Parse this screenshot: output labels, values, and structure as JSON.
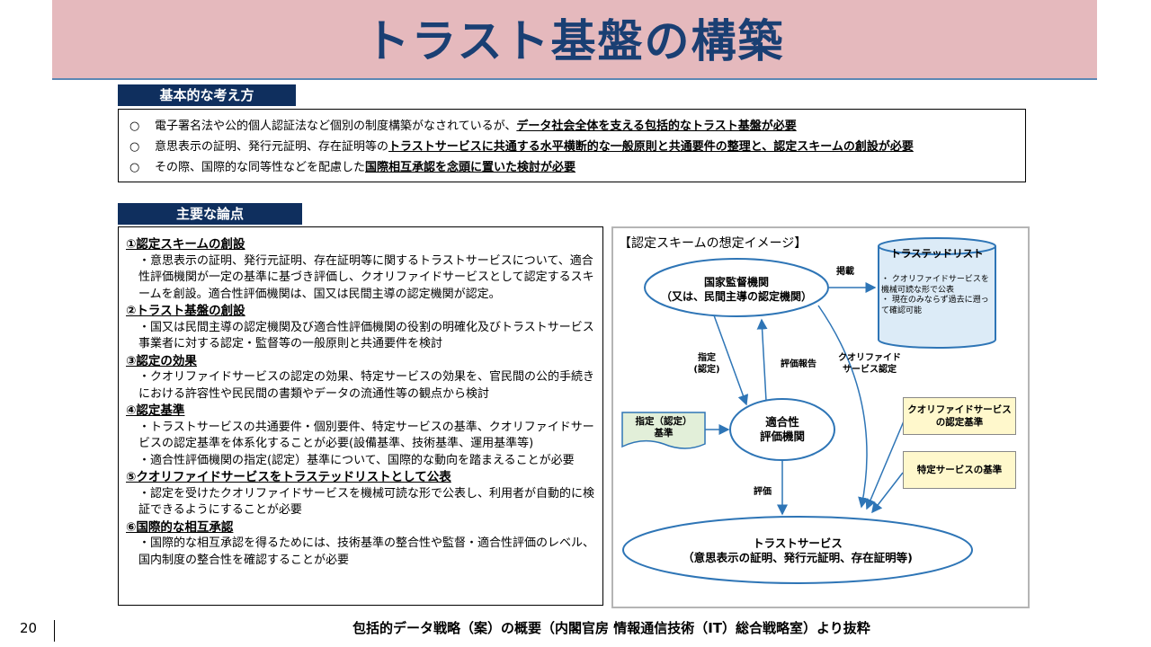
{
  "title": "トラスト基盤の構築",
  "basic": {
    "tab": "基本的な考え方",
    "marker": "○",
    "rows": [
      {
        "pre": "電子署名法や公的個人認証法など個別の制度構築がなされているが、",
        "em": "データ社会全体を支える包括的なトラスト基盤が必要",
        "post": ""
      },
      {
        "pre": "意思表示の証明、発行元証明、存在証明等の",
        "em": "トラストサービスに共通する水平横断的な一般原則と共通要件の整理と、認定スキームの創設が必要",
        "post": ""
      },
      {
        "pre": "その際、国際的な同等性などを配慮した",
        "em": "国際相互承認を念頭に置いた検討が必要",
        "post": ""
      }
    ]
  },
  "points": {
    "tab": "主要な論点",
    "items": [
      {
        "title": "①認定スキームの創設",
        "lines": [
          "・意思表示の証明、発行元証明、存在証明等に関するトラストサービスについて、適合性評価機関が一定の基準に基づき評価し、クオリファイドサービスとして認定するスキームを創設。適合性評価機関は、国又は民間主導の認定機関が認定。"
        ]
      },
      {
        "title": "②トラスト基盤の創設",
        "lines": [
          "・国又は民間主導の認定機関及び適合性評価機関の役割の明確化及びトラストサービス事業者に対する認定・監督等の一般原則と共通要件を検討"
        ]
      },
      {
        "title": "③認定の効果",
        "lines": [
          "・クオリファイドサービスの認定の効果、特定サービスの効果を、官民間の公的手続きにおける許容性や民民間の書類やデータの流通性等の観点から検討"
        ]
      },
      {
        "title": "④認定基準",
        "lines": [
          "・トラストサービスの共通要件・個別要件、特定サービスの基準、クオリファイドサービスの認定基準を体系化することが必要(設備基準、技術基準、運用基準等)",
          "・適合性評価機関の指定(認定）基準について、国際的な動向を踏まえることが必要"
        ]
      },
      {
        "title": "⑤クオリファイドサービスをトラステッドリストとして公表",
        "lines": [
          "・認定を受けたクオリファイドサービスを機械可読な形で公表し、利用者が自動的に検証できるようにすることが必要"
        ]
      },
      {
        "title": "⑥国際的な相互承認",
        "lines": [
          "・国際的な相互承認を得るためには、技術基準の整合性や監督・適合性評価のレベル、国内制度の整合性を確認することが必要"
        ]
      }
    ]
  },
  "diagram": {
    "heading": "【認定スキームの想定イメージ】",
    "authority": {
      "line1": "国家監督機関",
      "line2": "（又は、民間主導の認定機関）"
    },
    "trusted_list": {
      "title": "トラステッドリスト",
      "bullets": [
        "・ クオリファイドサービスを機械可読な形で公表",
        "・ 現在のみならず過去に遡って確認可能"
      ]
    },
    "evaluator": {
      "line1": "適合性",
      "line2": "評価機関"
    },
    "trust_service": {
      "line1": "トラストサービス",
      "line2": "（意思表示の証明、発行元証明、存在証明等)"
    },
    "designation_criteria": {
      "line1": "指定（認定）",
      "line2": "基準"
    },
    "qualified_criteria": {
      "line1": "クオリファイドサービス",
      "line2": "の認定基準"
    },
    "specific_criteria": "特定サービスの基準",
    "labels": {
      "publish": "掲載",
      "designate1": "指定",
      "designate2": "(認定)",
      "report": "評価報告",
      "qualified1": "クオリファイド",
      "qualified2": "サービス認定",
      "evaluate": "評価"
    },
    "colors": {
      "stroke": "#2e75b6",
      "list_fill": "#dcebf7",
      "green_fill": "#e2efd9",
      "yellow_fill": "#fff8cc"
    }
  },
  "footer": "包括的データ戦略（案）の概要（内閣官房 情報通信技術（IT）総合戦略室）より抜粋",
  "page_number": "20"
}
